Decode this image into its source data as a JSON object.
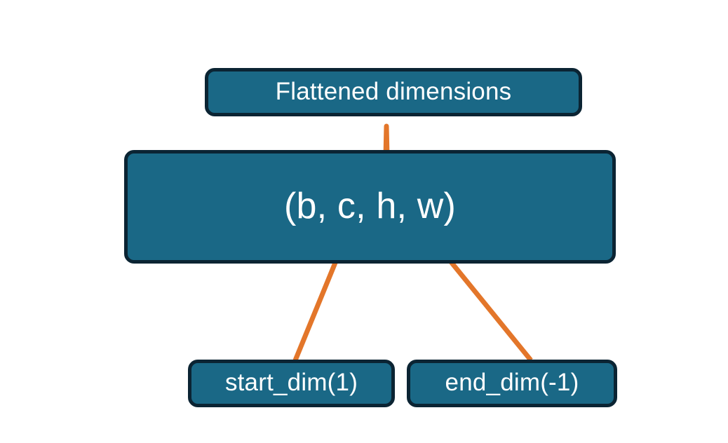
{
  "diagram": {
    "title_node": {
      "label": "Flattened dimensions"
    },
    "shape_node": {
      "label": "(b, c, h, w)"
    },
    "start_node": {
      "label": "start_dim(1)"
    },
    "end_node": {
      "label": "end_dim(-1)"
    },
    "connectors": {
      "brace_label": "flatten-range-brace",
      "start_arrow_label": "start-dim-arrow",
      "end_arrow_label": "end-dim-arrow"
    },
    "colors": {
      "box_fill": "#1A6886",
      "box_border": "#0B2433",
      "accent": "#E3762A",
      "text": "#FFFFFF",
      "background": "#FFFFFF"
    }
  }
}
